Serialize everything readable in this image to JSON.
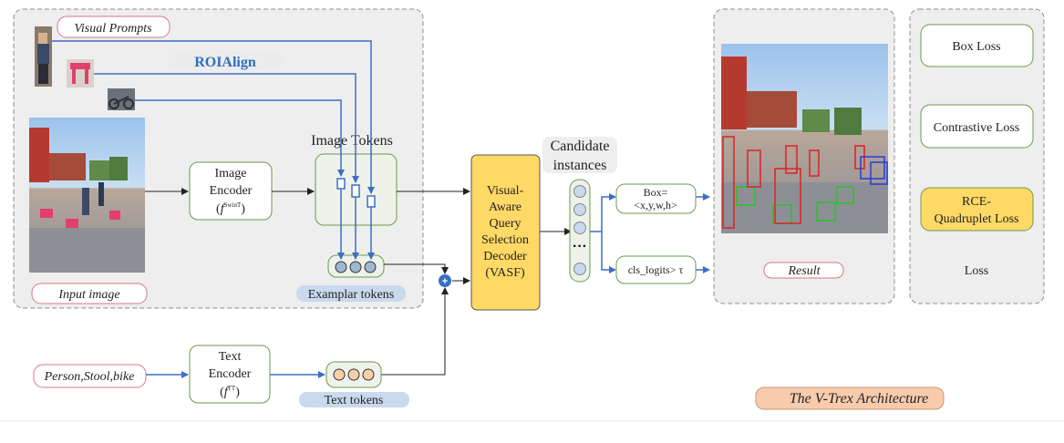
{
  "labels": {
    "visual_prompts": "Visual Prompts",
    "roialign": "ROIAlign",
    "input_image": "Input image",
    "image_tokens": "Image Tokens",
    "exemplar_tokens": "Examplar tokens",
    "candidate_line1": "Candidate",
    "candidate_line2": "instances",
    "result": "Result",
    "loss": "Loss",
    "text_tokens": "Text tokens",
    "text_prompt": "Person,Stool,bike",
    "architecture_title": "The V-Trex Architecture"
  },
  "image_encoder": {
    "line1": "Image",
    "line2": "Encoder",
    "f": "f",
    "sup": "SwinT"
  },
  "text_encoder": {
    "line1": "Text",
    "line2": "Encoder",
    "f": "f",
    "sup": "TT"
  },
  "decoder": {
    "lines": [
      "Visual-",
      "Aware",
      "Query",
      "Selection",
      "Decoder",
      "(VASF)"
    ]
  },
  "outputs": {
    "box_line1": "Box=",
    "box_line2": "<x,y,w,h>",
    "cls": "cls_logits> τ"
  },
  "losses": {
    "box": "Box Loss",
    "contrastive": "Contrastive Loss",
    "rce_line1": "RCE-",
    "rce_line2": "Quadruplet Loss"
  },
  "plus_symbol": "+",
  "dots": "···",
  "colors": {
    "arrow_blue": "#3b6fc6",
    "green_border": "#6b9a4a",
    "panel_bg": "#eeeeee",
    "decoder_fill": "#ffd966",
    "title_fill": "#f8cbad",
    "pill_blue": "#c9d9ee",
    "exemplar_dot": "#9fb8cf",
    "text_dot": "#f7cfa8",
    "red_label_border": "#d27b88"
  }
}
